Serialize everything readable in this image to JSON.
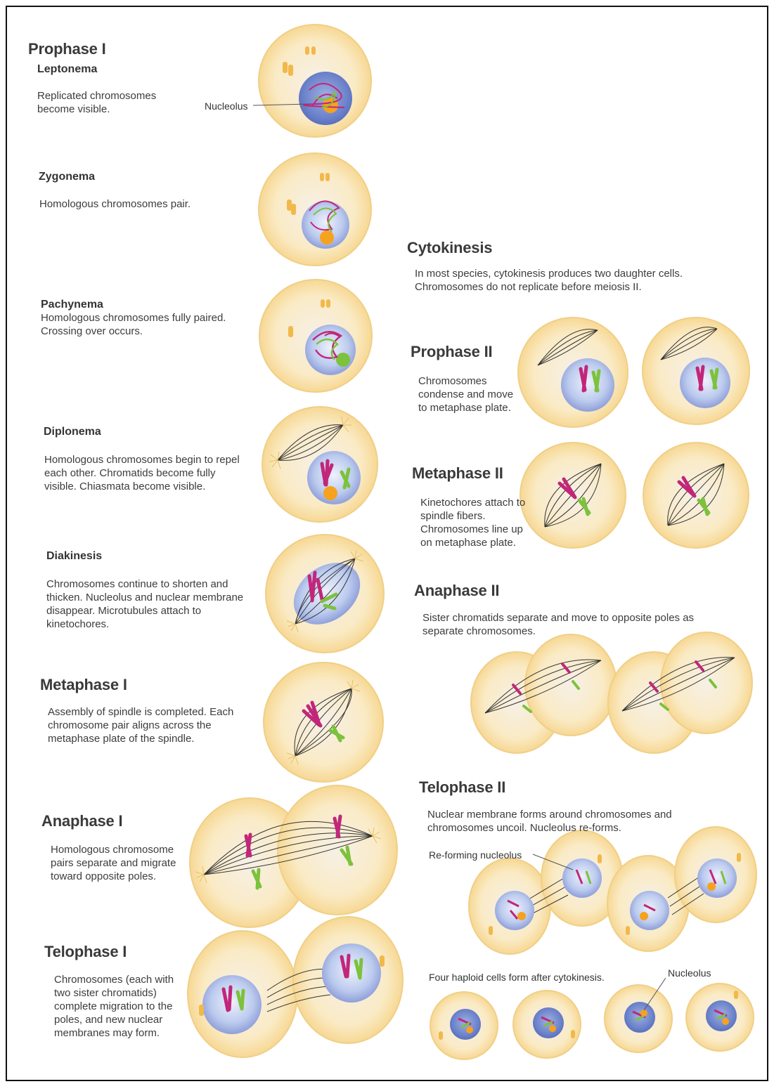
{
  "left_column": {
    "prophase_i": {
      "title": "Prophase I",
      "leptonema": {
        "title": "Leptonema",
        "text": "Replicated chromosomes become visible.",
        "nucleolus_label": "Nucleolus"
      },
      "zygonema": {
        "title": "Zygonema",
        "text": "Homologous chromosomes pair."
      },
      "pachynema": {
        "title": "Pachynema",
        "text": "Homologous chromosomes fully paired. Crossing over occurs."
      },
      "diplonema": {
        "title": "Diplonema",
        "text": "Homologous chromosomes begin to repel each other. Chromatids become fully visible. Chiasmata become visible."
      },
      "diakinesis": {
        "title": "Diakinesis",
        "text": "Chromosomes continue to shorten and thicken. Nucleolus and nuclear membrane disappear. Microtubules attach to kinetochores."
      }
    },
    "metaphase_i": {
      "title": "Metaphase I",
      "text": "Assembly of spindle is completed. Each chromosome pair aligns across the metaphase plate of the spindle."
    },
    "anaphase_i": {
      "title": "Anaphase I",
      "text": "Homologous chromosome pairs separate and migrate toward opposite poles."
    },
    "telophase_i": {
      "title": "Telophase I",
      "text": "Chromosomes (each with two sister chromatids) complete migration to the poles, and new nuclear membranes may form."
    }
  },
  "right_column": {
    "cytokinesis": {
      "title": "Cytokinesis",
      "text": "In most species, cytokinesis produces two daughter cells. Chromosomes do not replicate before meiosis II."
    },
    "prophase_ii": {
      "title": "Prophase II",
      "text": "Chromosomes condense and move to metaphase plate."
    },
    "metaphase_ii": {
      "title": "Metaphase II",
      "text": "Kinetochores attach to spindle fibers. Chromosomes line up on metaphase plate."
    },
    "anaphase_ii": {
      "title": "Anaphase II",
      "text": "Sister chromatids separate and move to opposite poles as separate chromosomes."
    },
    "telophase_ii": {
      "title": "Telophase II",
      "text": "Nuclear membrane forms around chromosomes and chromosomes uncoil. Nucleolus re-forms.",
      "reforming_label": "Re-forming nucleolus"
    },
    "final": {
      "text": "Four haploid cells form after cytokinesis.",
      "nucleolus_label": "Nucleolus"
    }
  },
  "colors": {
    "cell_fill": "#fbe7b8",
    "cell_edge": "#f0cf86",
    "nucleus_fill": "#bcc9ee",
    "nucleolus": "#f5a21f",
    "chromosome_magenta": "#c2267a",
    "chromosome_green": "#7cc23c",
    "spindle": "#333333"
  }
}
